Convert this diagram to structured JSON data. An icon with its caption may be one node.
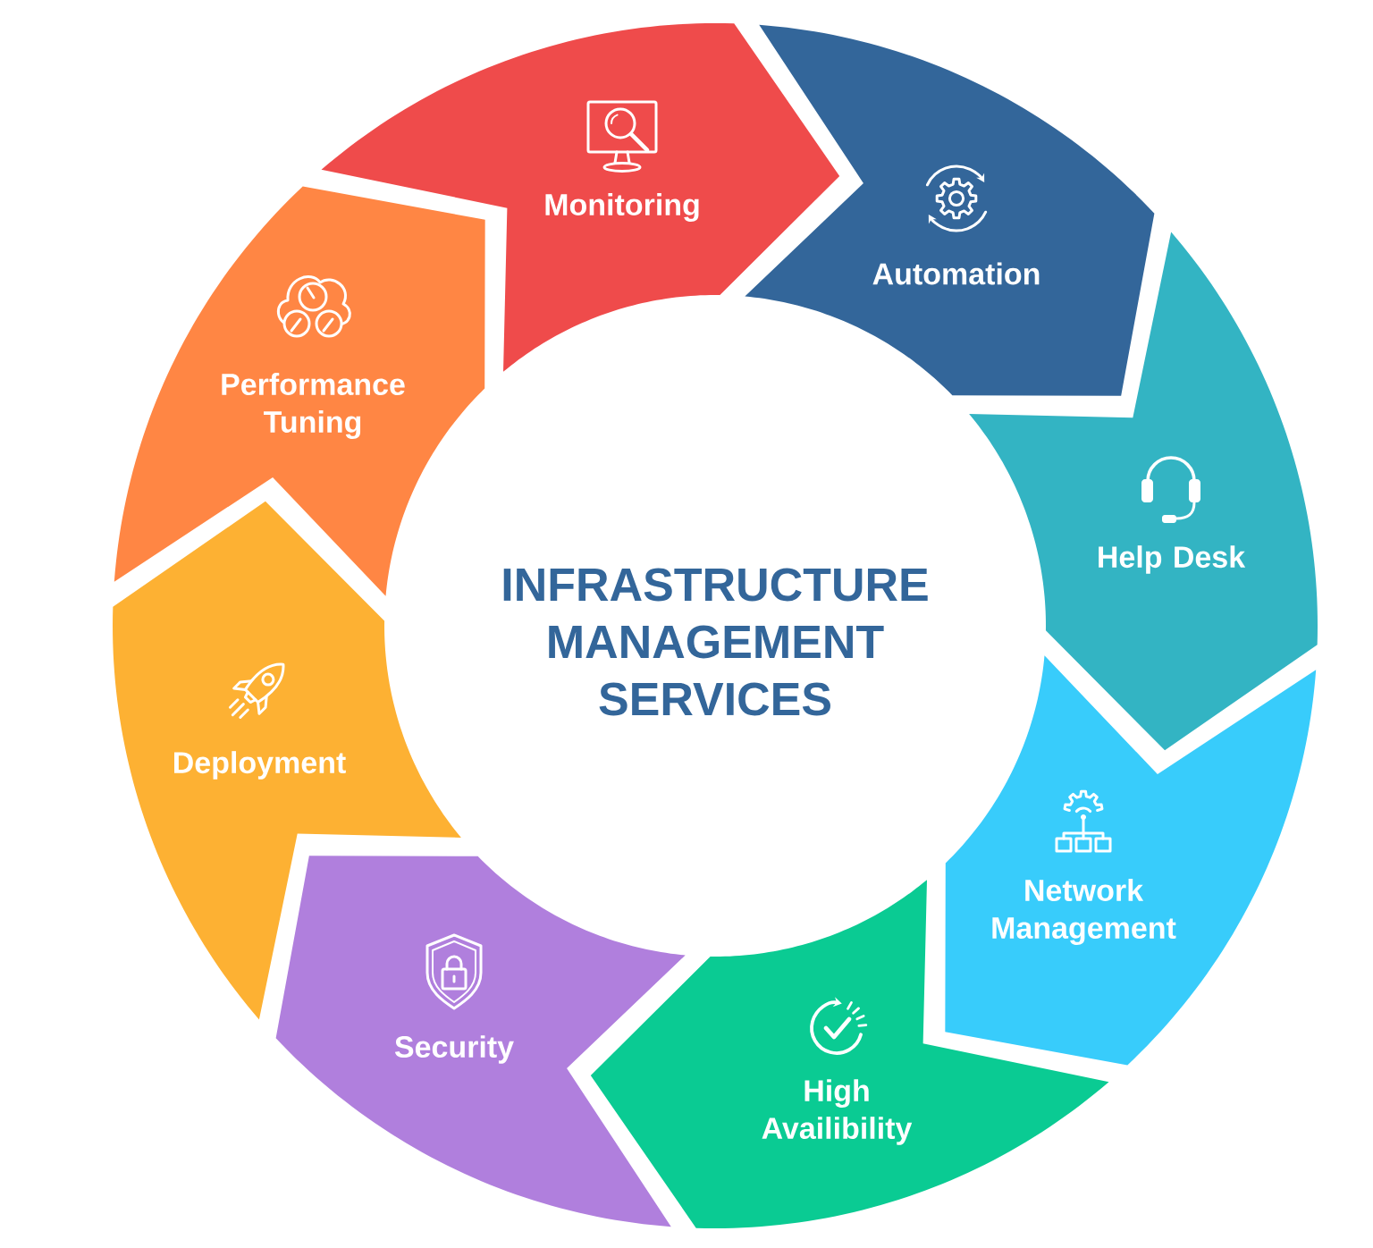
{
  "diagram": {
    "nodes": [
      {
        "text": [
          "INFRASTRUCTURE MANAGEMENT SERVICES"
        ]
      },
      {
        "text": [
          "Monitoring"
        ]
      },
      {
        "text": [
          "Automation"
        ]
      },
      {
        "text": [
          "Help Desk"
        ]
      },
      {
        "text": [
          "Network Management"
        ]
      },
      {
        "text": [
          "High Availibility"
        ]
      },
      {
        "text": [
          "Security"
        ]
      },
      {
        "text": [
          "Deployment"
        ]
      },
      {
        "text": [
          "Performance Tuning"
        ]
      }
    ]
  }
}
